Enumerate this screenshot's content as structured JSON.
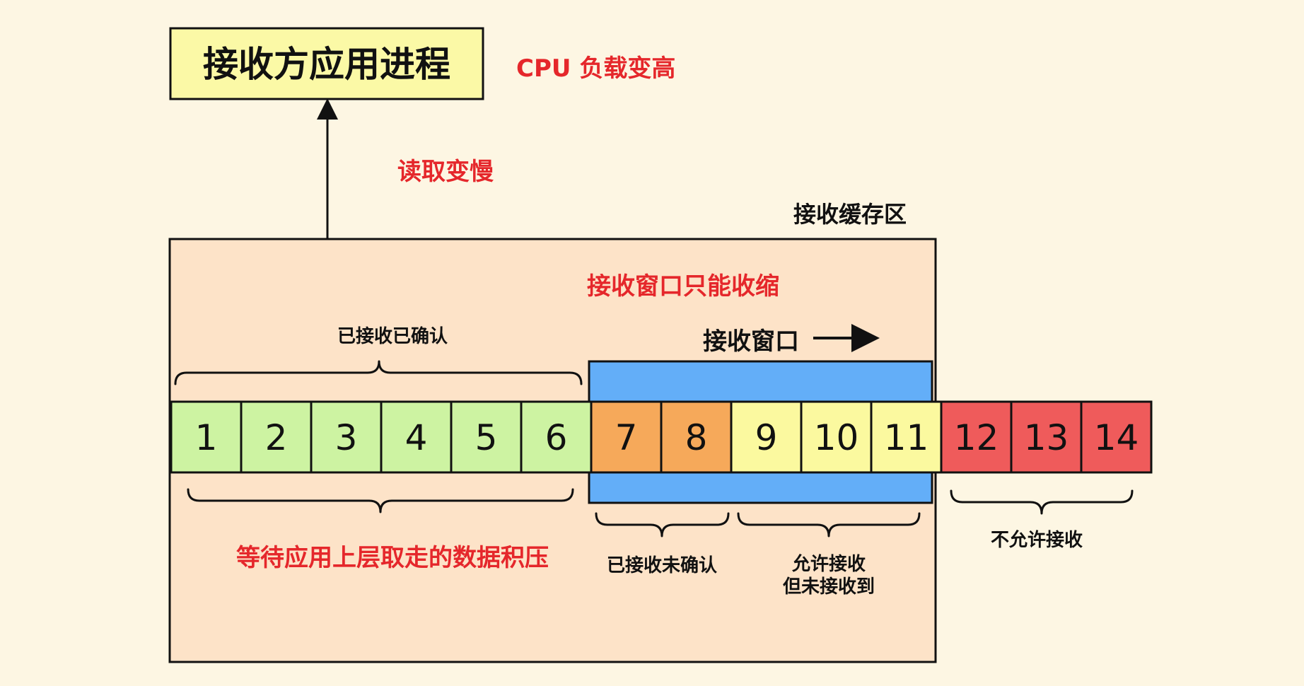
{
  "process_label": "接收方应用进程",
  "cpu_label": "CPU 负载变高",
  "read_label": "读取变慢",
  "buffer_label": "接收缓存区",
  "window_shrink_label": "接收窗口只能收缩",
  "window_label": "接收窗口",
  "received_acked_label": "已接收已确认",
  "backlog_label": "等待应用上层取走的数据积压",
  "received_unacked_label": "已接收未确认",
  "allowed_not_received_lines": [
    "允许接收",
    "但未接收到"
  ],
  "not_allowed_label": "不允许接收",
  "cells": [
    {
      "label": "1",
      "state": "received-acked"
    },
    {
      "label": "2",
      "state": "received-acked"
    },
    {
      "label": "3",
      "state": "received-acked"
    },
    {
      "label": "4",
      "state": "received-acked"
    },
    {
      "label": "5",
      "state": "received-acked"
    },
    {
      "label": "6",
      "state": "received-acked"
    },
    {
      "label": "7",
      "state": "received-unacked"
    },
    {
      "label": "8",
      "state": "received-unacked"
    },
    {
      "label": "9",
      "state": "allowed-not-received"
    },
    {
      "label": "10",
      "state": "allowed-not-received"
    },
    {
      "label": "11",
      "state": "allowed-not-received"
    },
    {
      "label": "12",
      "state": "not-allowed"
    },
    {
      "label": "13",
      "state": "not-allowed"
    },
    {
      "label": "14",
      "state": "not-allowed"
    }
  ],
  "colors": {
    "background": "#fdf6e3",
    "process_box": "#fbf9a6",
    "buffer_box": "#fde3c8",
    "window_band": "#63aef8",
    "received_acked": "#cdf3a2",
    "received_unacked": "#f6a95a",
    "allowed_not_received": "#fbf99f",
    "not_allowed": "#ef5b5b",
    "accent_red": "#e5272b"
  }
}
